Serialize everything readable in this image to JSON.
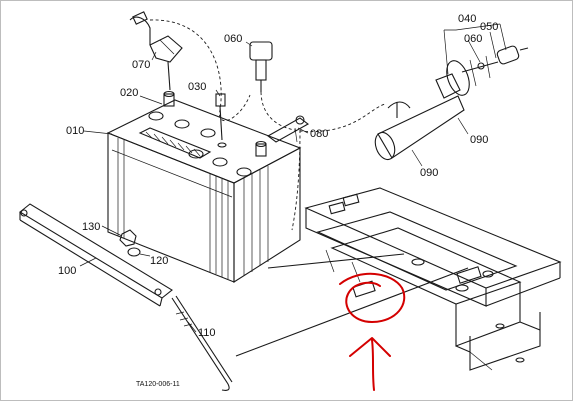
{
  "callouts": {
    "c010": "010",
    "c020": "020",
    "c030": "030",
    "c040": "040",
    "c050": "050",
    "c060a": "060",
    "c060b": "060",
    "c070": "070",
    "c080": "080",
    "c090a": "090",
    "c090b": "090",
    "c100": "100",
    "c110": "110",
    "c120": "120",
    "c130": "130"
  },
  "drawing_code": "TA120-006-11",
  "colors": {
    "line": "#1a1a1a",
    "annotation": "#d40000",
    "background": "#ffffff"
  },
  "annotation": {
    "shape": "hand-drawn-circle-with-arrow"
  }
}
